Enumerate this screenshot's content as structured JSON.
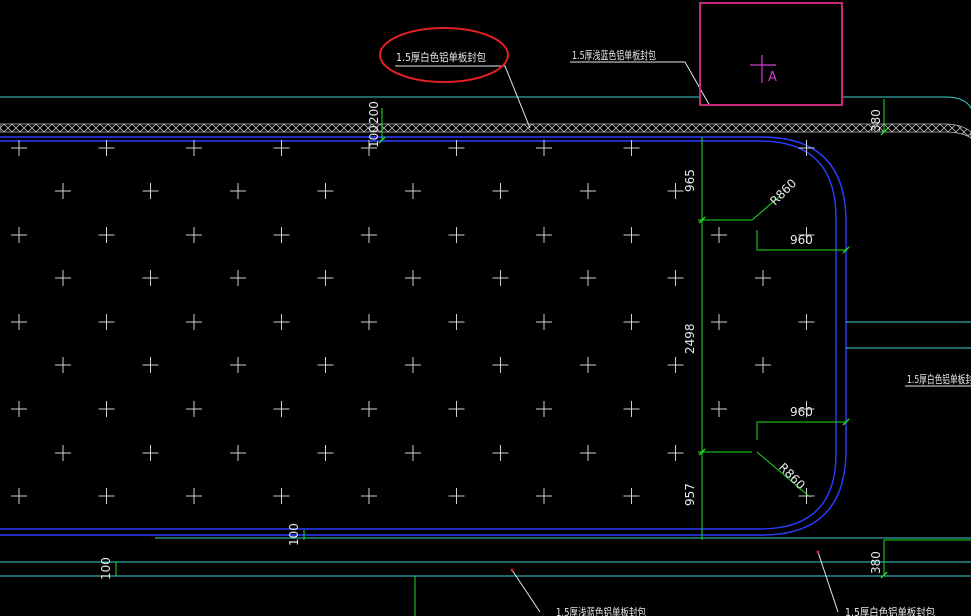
{
  "drawing": {
    "annotations": {
      "top_left": "1.5厚白色铝单板封包",
      "top_right": "1.5厚浅蓝色铝单板封包",
      "right_mid": "1.5厚白色铝单板封",
      "bottom_left": "1.5厚浅蓝色铝单板封包",
      "bottom_right": "1.5厚白色铝单板封包"
    },
    "dimensions": {
      "d200": "200",
      "d100_top": "100",
      "d380_top": "380",
      "d965": "965",
      "d2498": "2498",
      "d957": "957",
      "r860_top": "R860",
      "r860_bottom": "R860",
      "d960_top": "960",
      "d960_bottom": "960",
      "d100_mid": "100",
      "d100_left": "100",
      "d380_bottom": "380"
    },
    "marker_label": "A"
  },
  "colors": {
    "background": "#000000",
    "cyan": "#3fd0d0",
    "blue": "#2a3cff",
    "green": "#22dd22",
    "white": "#e8e8e8",
    "grey": "#bdbdbd",
    "magenta": "#c8287a",
    "marker": "#d43cd4",
    "highlight": "#e02020"
  }
}
